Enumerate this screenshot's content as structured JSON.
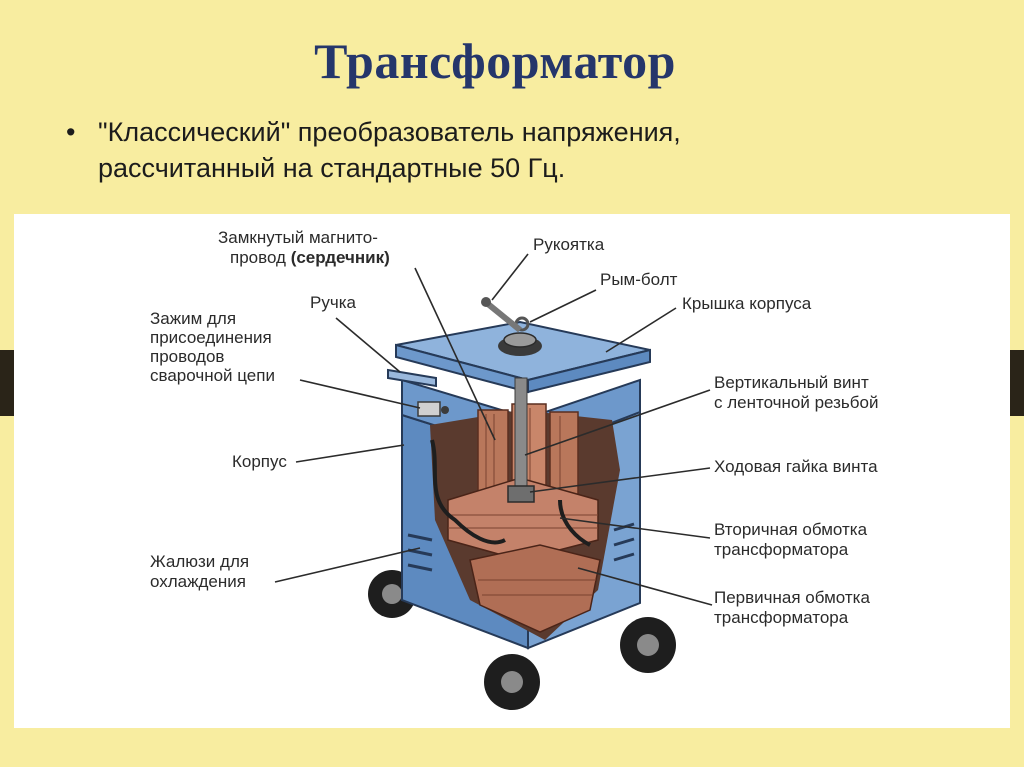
{
  "slide": {
    "title": "Трансформатор",
    "bullet_line1": "\"Классический\" преобразователь напряжения,",
    "bullet_line2": "рассчитанный на стандартные 50 Гц."
  },
  "labels": {
    "core_1": "Замкнутый магнито-",
    "core_2a": "провод ",
    "core_2b": "(сердечник)",
    "handle_top": "Рукоятка",
    "eye_bolt": "Рым-болт",
    "lid": "Крышка корпуса",
    "grip": "Ручка",
    "clamp_1": "Зажим для",
    "clamp_2": "присоединения",
    "clamp_3": "проводов",
    "clamp_4": "сварочной цепи",
    "screw_1": "Вертикальный винт",
    "screw_2": "с ленточной резьбой",
    "housing": "Корпус",
    "nut": "Ходовая гайка винта",
    "secondary_1": "Вторичная обмотка",
    "secondary_2": "трансформатора",
    "louvers_1": "Жалюзи для",
    "louvers_2": "охлаждения",
    "primary_1": "Первичная обмотка",
    "primary_2": "трансформатора"
  },
  "colors": {
    "background": "#f8eda0",
    "title": "#25366b",
    "housing_blue": "#6b96c8",
    "copper": "#b8785e"
  }
}
